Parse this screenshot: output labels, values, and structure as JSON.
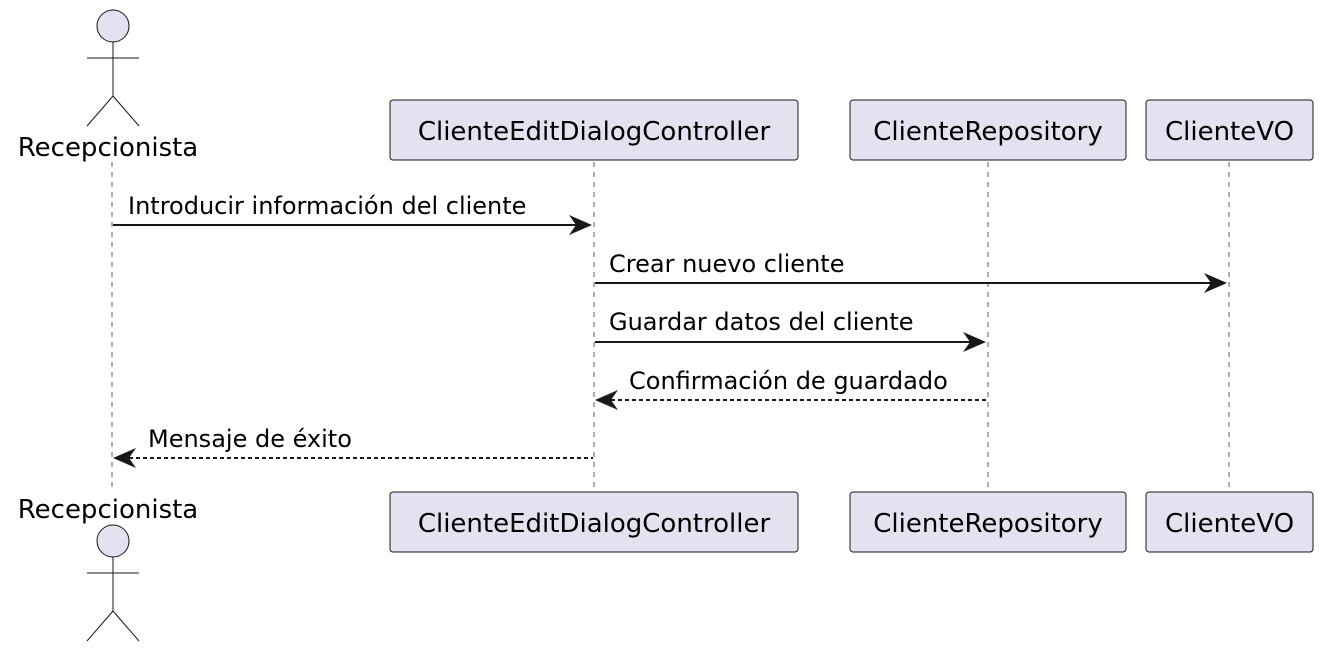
{
  "diagram": {
    "type": "sequence",
    "colors": {
      "participant_fill": "#E2E2F0",
      "line": "#181818",
      "text": "#000000"
    },
    "participants": [
      {
        "id": "recepcionista",
        "label": "Recepcionista",
        "kind": "actor"
      },
      {
        "id": "controller",
        "label": "ClienteEditDialogController",
        "kind": "participant"
      },
      {
        "id": "repository",
        "label": "ClienteRepository",
        "kind": "participant"
      },
      {
        "id": "vo",
        "label": "ClienteVO",
        "kind": "participant"
      }
    ],
    "messages": [
      {
        "from": "recepcionista",
        "to": "controller",
        "label": "Introducir información del cliente",
        "style": "sync"
      },
      {
        "from": "controller",
        "to": "vo",
        "label": "Crear nuevo cliente",
        "style": "sync"
      },
      {
        "from": "controller",
        "to": "repository",
        "label": "Guardar datos del cliente",
        "style": "sync"
      },
      {
        "from": "repository",
        "to": "controller",
        "label": "Confirmación de guardado",
        "style": "return"
      },
      {
        "from": "controller",
        "to": "recepcionista",
        "label": "Mensaje de éxito",
        "style": "return"
      }
    ]
  }
}
